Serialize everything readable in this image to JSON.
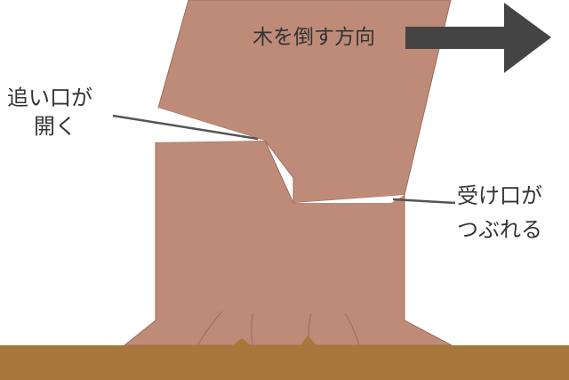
{
  "labels": {
    "direction": "木を倒す方向",
    "notch": [
      "追い口が",
      "開く"
    ],
    "hinge": [
      "受け口が",
      "つぶれる"
    ]
  },
  "colors": {
    "trunk": "#bd8b78",
    "trunk_outline": "#9c6e5e",
    "ground": "#a8773b",
    "arrow": "#444444",
    "leader_line": "#555555",
    "text": "#333333"
  }
}
